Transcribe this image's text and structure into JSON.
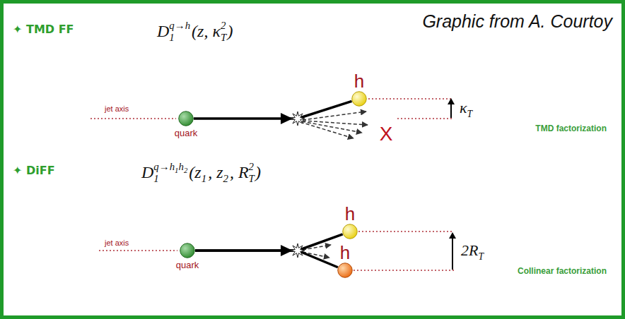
{
  "diagram": {
    "nodes": [
      {
        "text": [
          "quark"
        ]
      },
      {
        "text": [
          "h"
        ]
      },
      {
        "text": [
          "quark"
        ]
      },
      {
        "text": [
          "h"
        ]
      },
      {
        "text": [
          "h"
        ]
      }
    ],
    "edges": [
      {
        "from": 0,
        "to": 1,
        "arrow": "none"
      },
      {
        "from": 2,
        "to": 3,
        "arrow": "none"
      },
      {
        "from": 2,
        "to": 4,
        "arrow": "none"
      }
    ],
    "labels": [
      "Graphic from A. Courtoy",
      "✦ TMD FF",
      "D",
      "1",
      "q→h",
      "(z, κ",
      "T",
      "2",
      ")",
      "jet axis",
      "X",
      "κ",
      "T",
      "TMD factorization",
      "✦ DiFF",
      "D",
      "1",
      "q→h",
      "1",
      "h",
      "2",
      "(z",
      "1",
      ", z",
      "2",
      ", R",
      "T",
      "2",
      ")",
      "jet axis",
      "2R",
      "T",
      "Collinear factorization"
    ]
  }
}
